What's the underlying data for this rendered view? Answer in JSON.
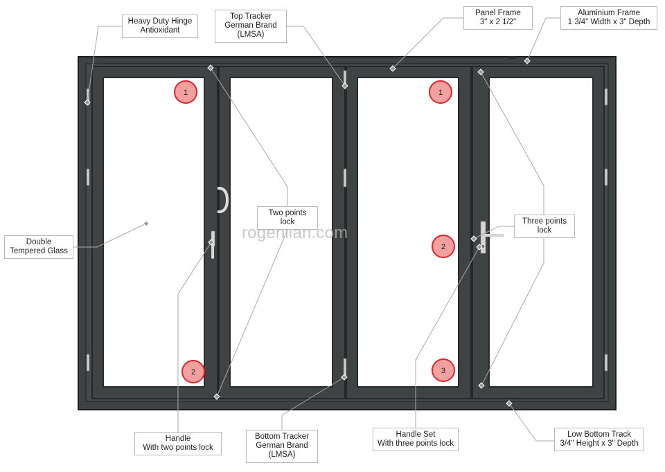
{
  "watermark": "rogenilan.com",
  "colors": {
    "frame": "#3e4242",
    "frame_edge": "#1f2222",
    "glass": "#ffffff",
    "badge_fill": "#f2a0a0",
    "badge_stroke": "#e0242a",
    "leader": "#a8a8a8",
    "hardware": "#d8d8d8"
  },
  "callouts": {
    "hinge": [
      "Heavy Duty Hinge",
      "Antioxidant"
    ],
    "top_tracker": [
      "Top Tracker",
      "German Brand",
      "(LMSA)"
    ],
    "panel_frame": [
      "Panel Frame",
      "3\" x 2 1/2\""
    ],
    "alu_frame": [
      "Aluminium Frame",
      "1 3/4\" Width x 3\" Depth"
    ],
    "glass": [
      "Double",
      "Tempered Glass"
    ],
    "two_points_lock": [
      "Two points",
      "lock"
    ],
    "three_points_lock": [
      "Three points",
      "lock"
    ],
    "handle_two": [
      "Handle",
      "With two points lock"
    ],
    "bottom_tracker": [
      "Bottom Tracker",
      "German Brand",
      "(LMSA)"
    ],
    "handle_set": [
      "Handle Set",
      "With three points lock"
    ],
    "bottom_track": [
      "Low Bottom Track",
      "3/4\" Height x 3\" Depth"
    ]
  },
  "badges": [
    "1",
    "2",
    "1",
    "2",
    "3"
  ]
}
